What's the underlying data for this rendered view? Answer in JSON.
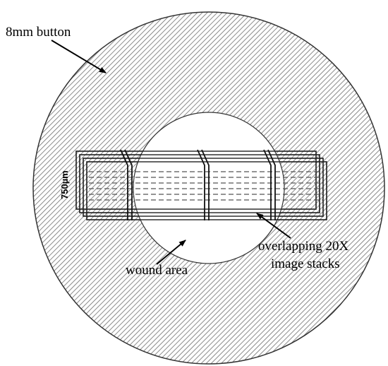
{
  "labels": {
    "button": "8mm button",
    "scale": "750µm",
    "wound": "wound area",
    "stacks_line1": "overlapping 20X",
    "stacks_line2": "image stacks"
  },
  "colors": {
    "hatch": "#6e6e6e",
    "outline": "#333333",
    "wound_fill": "#ffffff",
    "stack_line": "#222222",
    "dash": "#555555"
  }
}
